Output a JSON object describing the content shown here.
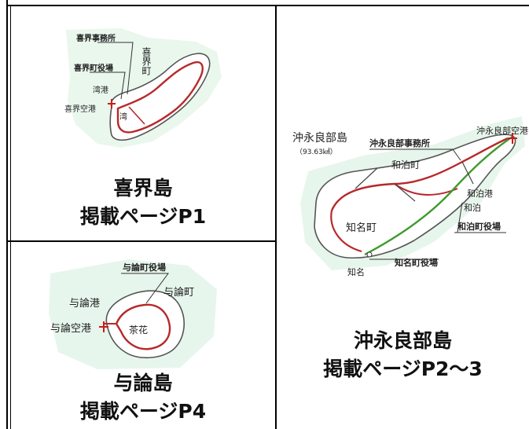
{
  "panels": {
    "kikai": {
      "caption_name": "喜界島",
      "caption_page": "掲載ページP1",
      "labels": {
        "office": "喜界事務所",
        "town_name": "喜界町",
        "town_hall": "喜界町役場",
        "port": "湾港",
        "airport": "喜界空港",
        "wan": "湾"
      }
    },
    "yoron": {
      "caption_name": "与論島",
      "caption_page": "掲載ページP4",
      "labels": {
        "town_hall": "与論町役場",
        "port": "与論港",
        "town_name": "与論町",
        "airport": "与論空港",
        "chabana": "茶花"
      }
    },
    "okinoerabu": {
      "caption_name": "沖永良部島",
      "caption_page": "掲載ページP2～3",
      "labels": {
        "island_name": "沖永良部島",
        "area": "（93.63㎢）",
        "office": "沖永良部事務所",
        "airport": "沖永良部空港",
        "wadomari_town": "和泊町",
        "wadomari_port": "和泊港",
        "wadomari": "和泊",
        "wadomari_hall": "和泊町役場",
        "china_town": "知名町",
        "china_hall": "知名町役場",
        "china": "知名"
      }
    }
  },
  "colors": {
    "road_red": "#b8282a",
    "road_green": "#3f9a2e",
    "sea_green": "#d4f0df",
    "coast": "#555555"
  }
}
